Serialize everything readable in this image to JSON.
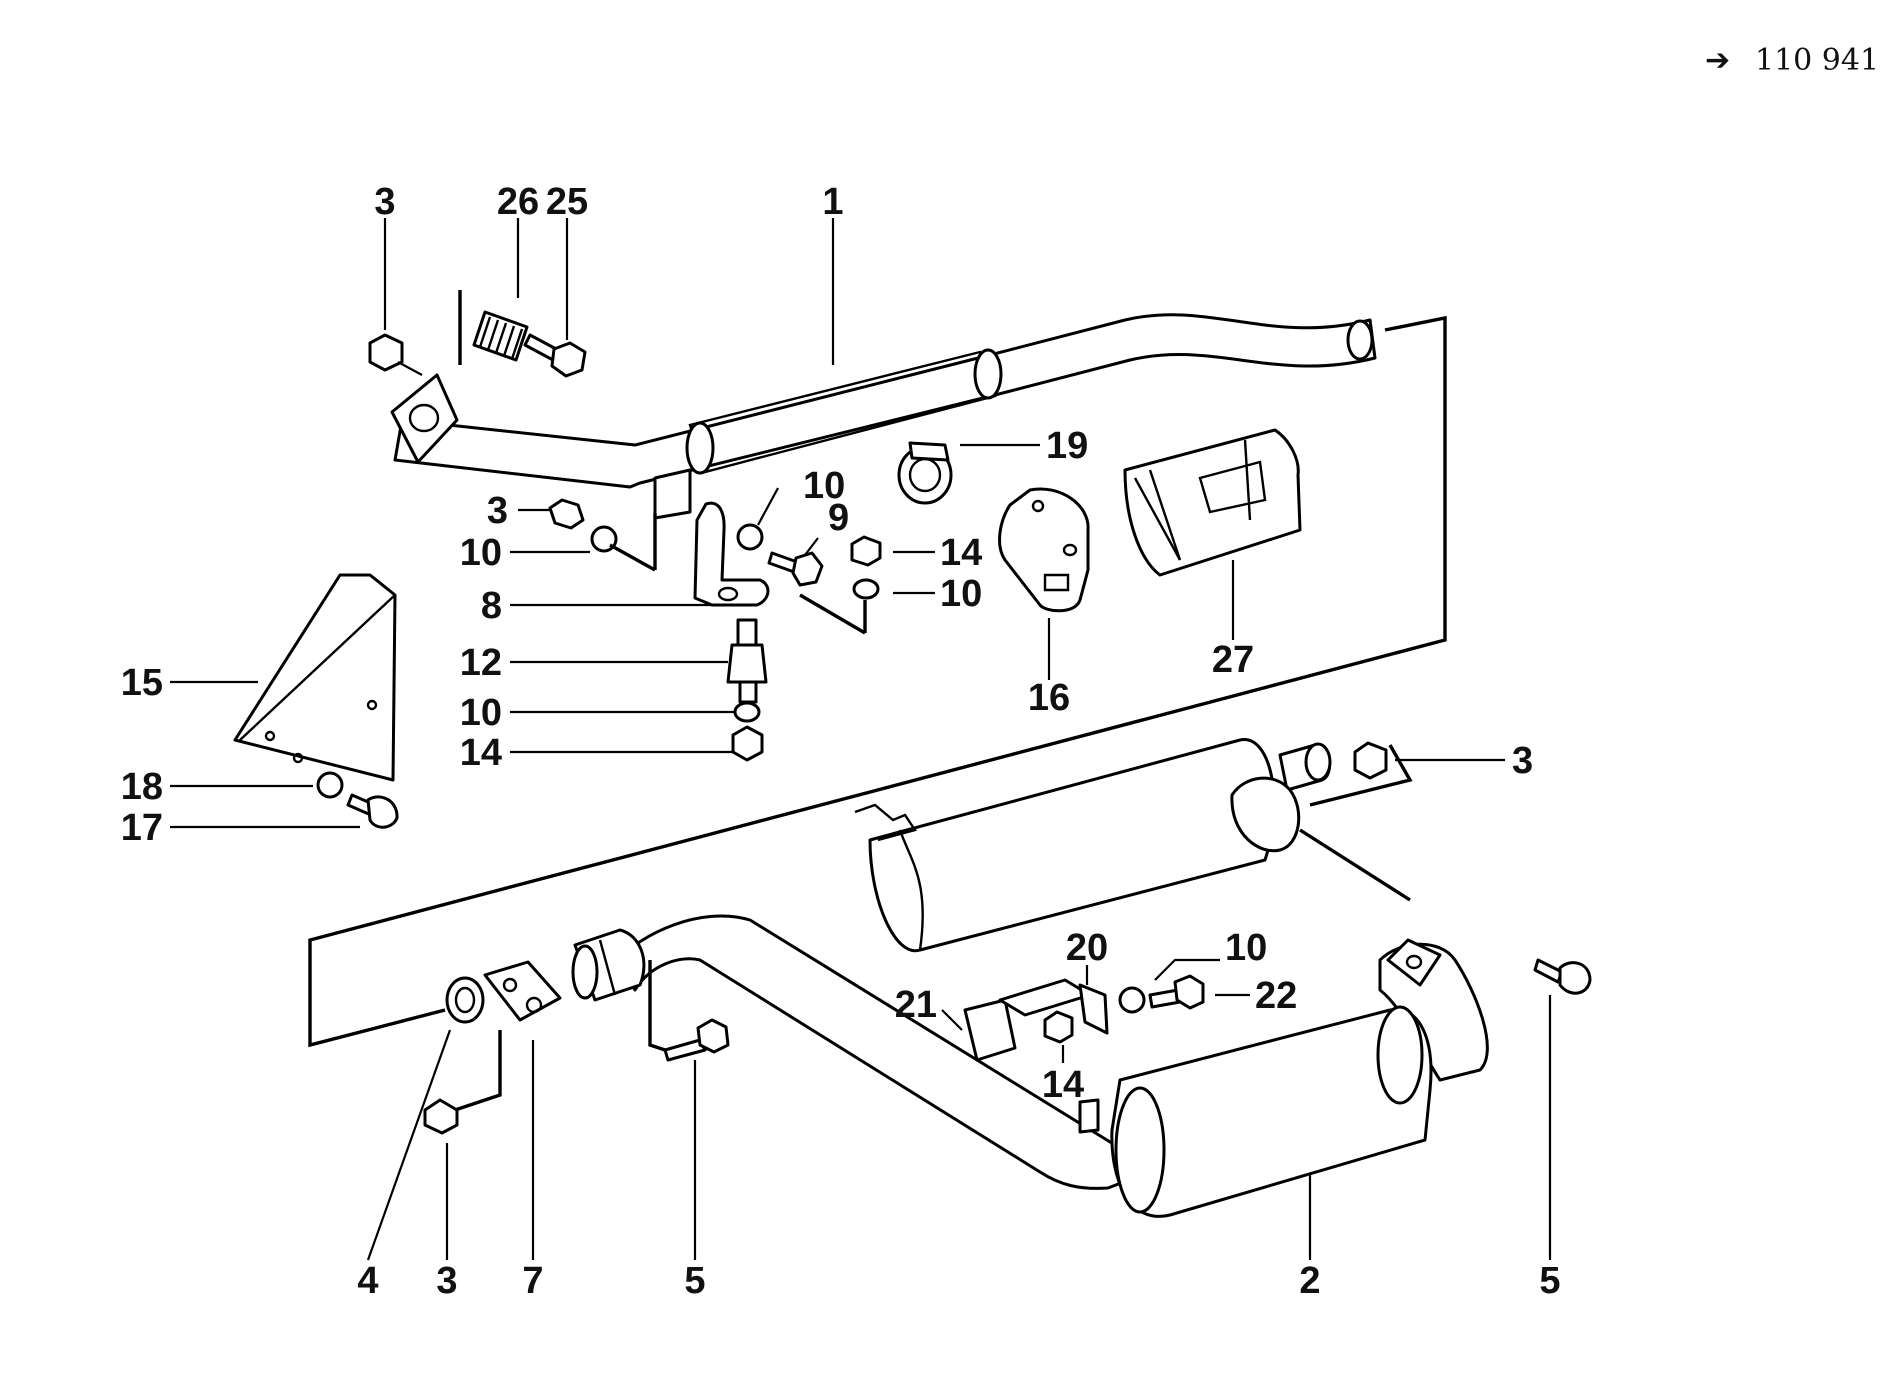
{
  "reference": {
    "arrow": "➔",
    "code": "110 941"
  },
  "callouts": {
    "c1": "1",
    "c2": "2",
    "c3a": "3",
    "c3b": "3",
    "c3c": "3",
    "c3d": "3",
    "c4": "4",
    "c5a": "5",
    "c5b": "5",
    "c7": "7",
    "c8": "8",
    "c9": "9",
    "c10a": "10",
    "c10b": "10",
    "c10c": "10",
    "c10d": "10",
    "c10e": "10",
    "c12": "12",
    "c14a": "14",
    "c14b": "14",
    "c14c": "14",
    "c15": "15",
    "c16": "16",
    "c17": "17",
    "c18": "18",
    "c19": "19",
    "c20": "20",
    "c21": "21",
    "c22": "22",
    "c25": "25",
    "c26": "26",
    "c27": "27"
  },
  "colors": {
    "ink": "#000000",
    "paper": "#ffffff"
  }
}
